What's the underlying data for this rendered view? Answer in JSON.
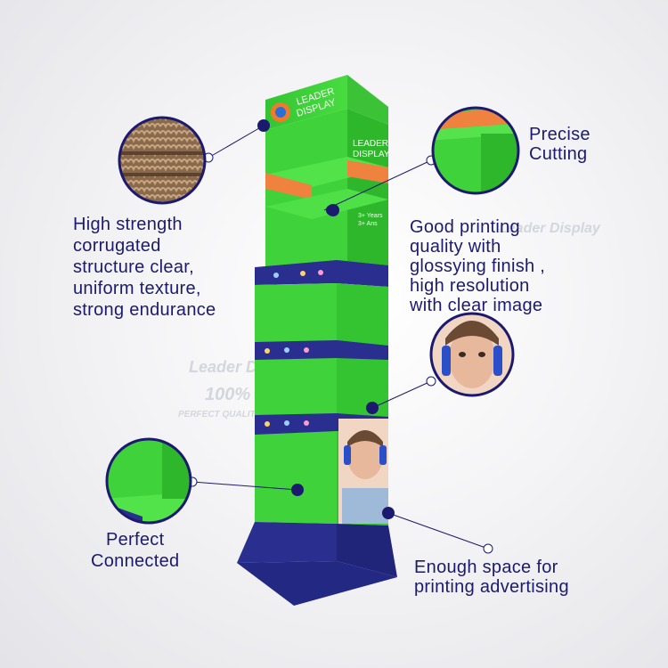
{
  "callouts": {
    "precise_cutting": "Precise\nCutting",
    "corrugated": "High strength\ncorrugated\nstructure clear,\nuniform texture,\nstrong endurance",
    "printing_quality": "Good printing\nquality with\nglossying finish ,\nhigh resolution\nwith clear image",
    "perfect_connected": "Perfect\nConnected",
    "advertising_space": "Enough space for\nprinting advertising"
  },
  "display": {
    "header_brand": "LEADER\nDISPLAY",
    "shelf_brand": "LEADER\nDISPLAY",
    "age_label": "3+ Years\n3+ Ans"
  },
  "watermark": {
    "brand": "Leader Display",
    "tagline": "100% real shooting",
    "subline": "PERFECT QUALITY AND SHOOTING"
  },
  "colors": {
    "text": "#1c1a6e",
    "display_green": "#3fd23a",
    "display_blue": "#2a2f8f",
    "accent_orange": "#f0823f"
  }
}
